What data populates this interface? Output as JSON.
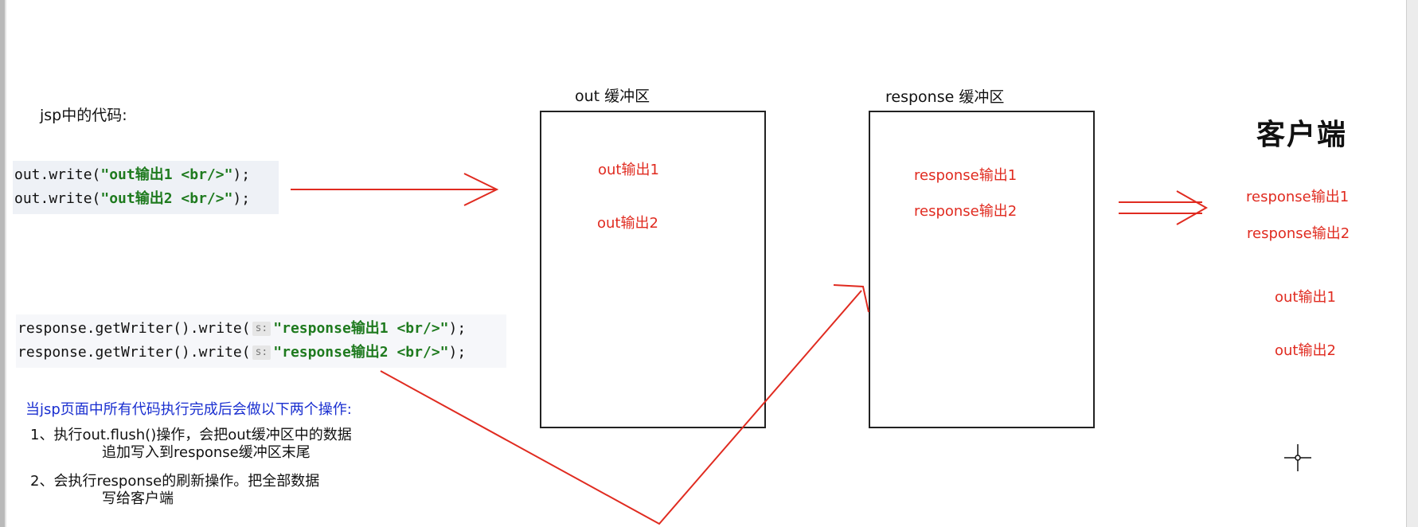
{
  "code_caption": "jsp中的代码:",
  "out_code": {
    "line1": {
      "prefix": "out.write(",
      "string": "\"out输出1 <br/>\"",
      "suffix": ");"
    },
    "line2": {
      "prefix": "out.write(",
      "string": "\"out输出2 <br/>\"",
      "suffix": ");"
    }
  },
  "response_code": {
    "hint": "s:",
    "line1": {
      "prefix": "response.getWriter().write(",
      "string": "\"response输出1 <br/>\"",
      "suffix": ");"
    },
    "line2": {
      "prefix": "response.getWriter().write(",
      "string": "\"response输出2 <br/>\"",
      "suffix": ");"
    }
  },
  "out_buffer": {
    "title": "out 缓冲区",
    "items": [
      "out输出1",
      "out输出2"
    ]
  },
  "response_buffer": {
    "title": "response 缓冲区",
    "items": [
      "response输出1",
      "response输出2"
    ]
  },
  "client": {
    "title": "客户端",
    "items": [
      "response输出1",
      "response输出2",
      "out输出1",
      "out输出2"
    ]
  },
  "notes": {
    "heading": "当jsp页面中所有代码执行完成后会做以下两个操作:",
    "step1_line1": "1、执行out.flush()操作，会把out缓冲区中的数据",
    "step1_line2": "追加写入到response缓冲区末尾",
    "step2_line1": "2、会执行response的刷新操作。把全部数据",
    "step2_line2": "写给客户端"
  },
  "colors": {
    "annotation_red": "#e02b20",
    "note_blue": "#1a2fd0",
    "string_green": "#1e7a1e"
  }
}
